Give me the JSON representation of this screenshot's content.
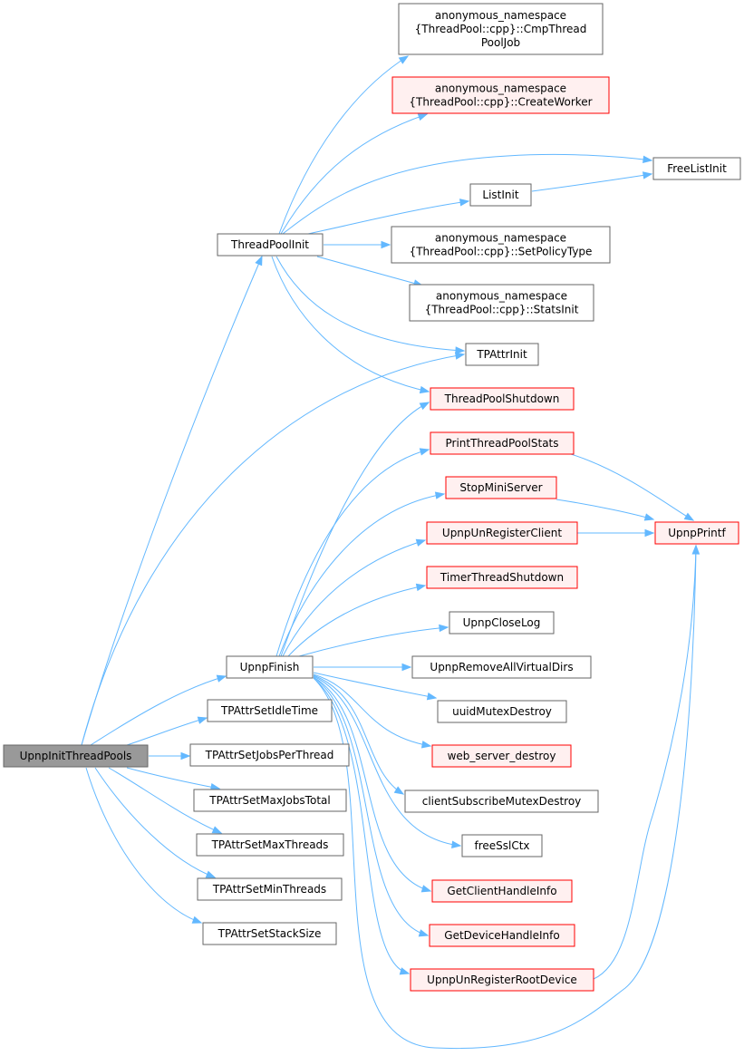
{
  "colors": {
    "edge": "#63b8ff",
    "node_border": "#666666",
    "red_border": "#ff0000",
    "red_fill": "#fff0f0",
    "root_fill": "#999999"
  },
  "nodes": {
    "upnp_init_thread_pools": {
      "lines": [
        "UpnpInitThreadPools"
      ]
    },
    "thread_pool_init": {
      "lines": [
        "ThreadPoolInit"
      ]
    },
    "upnp_finish": {
      "lines": [
        "UpnpFinish"
      ]
    },
    "tp_attr_set_idle_time": {
      "lines": [
        "TPAttrSetIdleTime"
      ]
    },
    "tp_attr_set_jobs_per_thread": {
      "lines": [
        "TPAttrSetJobsPerThread"
      ]
    },
    "tp_attr_set_max_jobs_total": {
      "lines": [
        "TPAttrSetMaxJobsTotal"
      ]
    },
    "tp_attr_set_max_threads": {
      "lines": [
        "TPAttrSetMaxThreads"
      ]
    },
    "tp_attr_set_min_threads": {
      "lines": [
        "TPAttrSetMinThreads"
      ]
    },
    "tp_attr_set_stack_size": {
      "lines": [
        "TPAttrSetStackSize"
      ]
    },
    "cmp_thread_pool_job": {
      "lines": [
        "anonymous_namespace",
        "{ThreadPool::cpp}::CmpThread",
        "PoolJob"
      ]
    },
    "create_worker": {
      "lines": [
        "anonymous_namespace",
        "{ThreadPool::cpp}::CreateWorker"
      ]
    },
    "free_list_init": {
      "lines": [
        "FreeListInit"
      ]
    },
    "list_init": {
      "lines": [
        "ListInit"
      ]
    },
    "set_policy_type": {
      "lines": [
        "anonymous_namespace",
        "{ThreadPool::cpp}::SetPolicyType"
      ]
    },
    "stats_init": {
      "lines": [
        "anonymous_namespace",
        "{ThreadPool::cpp}::StatsInit"
      ]
    },
    "tp_attr_init": {
      "lines": [
        "TPAttrInit"
      ]
    },
    "thread_pool_shutdown": {
      "lines": [
        "ThreadPoolShutdown"
      ]
    },
    "print_thread_pool_stats": {
      "lines": [
        "PrintThreadPoolStats"
      ]
    },
    "stop_mini_server": {
      "lines": [
        "StopMiniServer"
      ]
    },
    "upnp_unregister_client": {
      "lines": [
        "UpnpUnRegisterClient"
      ]
    },
    "timer_thread_shutdown": {
      "lines": [
        "TimerThreadShutdown"
      ]
    },
    "upnp_close_log": {
      "lines": [
        "UpnpCloseLog"
      ]
    },
    "upnp_remove_all_virtual_dirs": {
      "lines": [
        "UpnpRemoveAllVirtualDirs"
      ]
    },
    "uuid_mutex_destroy": {
      "lines": [
        "uuidMutexDestroy"
      ]
    },
    "web_server_destroy": {
      "lines": [
        "web_server_destroy"
      ]
    },
    "client_subscribe_mutex_destroy": {
      "lines": [
        "clientSubscribeMutexDestroy"
      ]
    },
    "free_ssl_ctx": {
      "lines": [
        "freeSslCtx"
      ]
    },
    "get_client_handle_info": {
      "lines": [
        "GetClientHandleInfo"
      ]
    },
    "get_device_handle_info": {
      "lines": [
        "GetDeviceHandleInfo"
      ]
    },
    "upnp_unregister_root_device": {
      "lines": [
        "UpnpUnRegisterRootDevice"
      ]
    },
    "upnp_printf": {
      "lines": [
        "UpnpPrintf"
      ]
    }
  }
}
